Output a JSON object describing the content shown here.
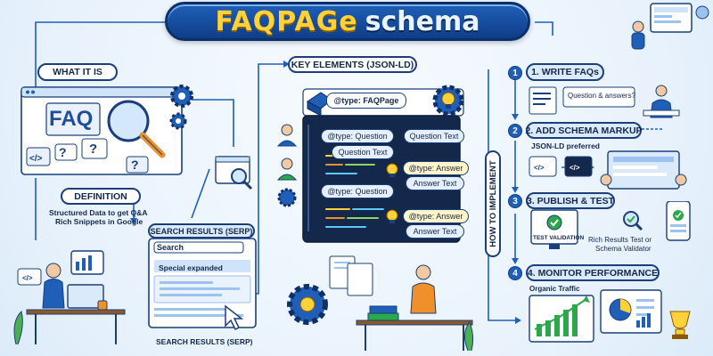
{
  "title": {
    "part1": "FAQPAGe",
    "part2": "schema"
  },
  "what_it_is": {
    "label": "WHAT IT IS",
    "faq_text": "FAQ",
    "question_mark": "?",
    "code_symbol": "</>"
  },
  "definition": {
    "label": "DEFINITION",
    "text_line1": "Structured Data to get Q&A",
    "text_line2": "Rich Snippets in Google"
  },
  "serp": {
    "label": "SEARCH RESULTS (SERP)",
    "search_text": "Search",
    "special": "Special expanded",
    "bottom_label": "SEARCH RESULTS (SERP)"
  },
  "key_elements": {
    "label": "KEY ELEMENTS (JSON-LD)",
    "faqpage": "@type: FAQPage",
    "question1": "@type: Question",
    "question_text1": "Question Text",
    "question_text2": "Question Text",
    "answer1": "@type: Answer",
    "answer_text1": "Answer Text",
    "question2": "@type: Question",
    "answer2": "@type: Answer",
    "answer_text2": "Answer Text"
  },
  "how_to": {
    "label": "HOW TO IMPLEMENT"
  },
  "steps": [
    {
      "num": "1",
      "label": "1. WRITE FAQs",
      "caption": "Question & answers?"
    },
    {
      "num": "2",
      "label": "2. ADD SCHEMA MARKUP",
      "caption": "JSON-LD preferred"
    },
    {
      "num": "3",
      "label": "3. PUBLISH & TEST",
      "caption_line1": "Rich Results Test or",
      "caption_line2": "Schema Validator",
      "badge": "TEST VALIDATION"
    },
    {
      "num": "4",
      "label": "4. MONITOR PERFORMANCE",
      "caption": "Organic Traffic"
    }
  ],
  "colors": {
    "navy": "#14284b",
    "blue": "#1f5fb8",
    "yellow": "#ffd23a",
    "orange": "#f0902a",
    "green": "#2aa84a",
    "bg": "#eef6fd"
  }
}
